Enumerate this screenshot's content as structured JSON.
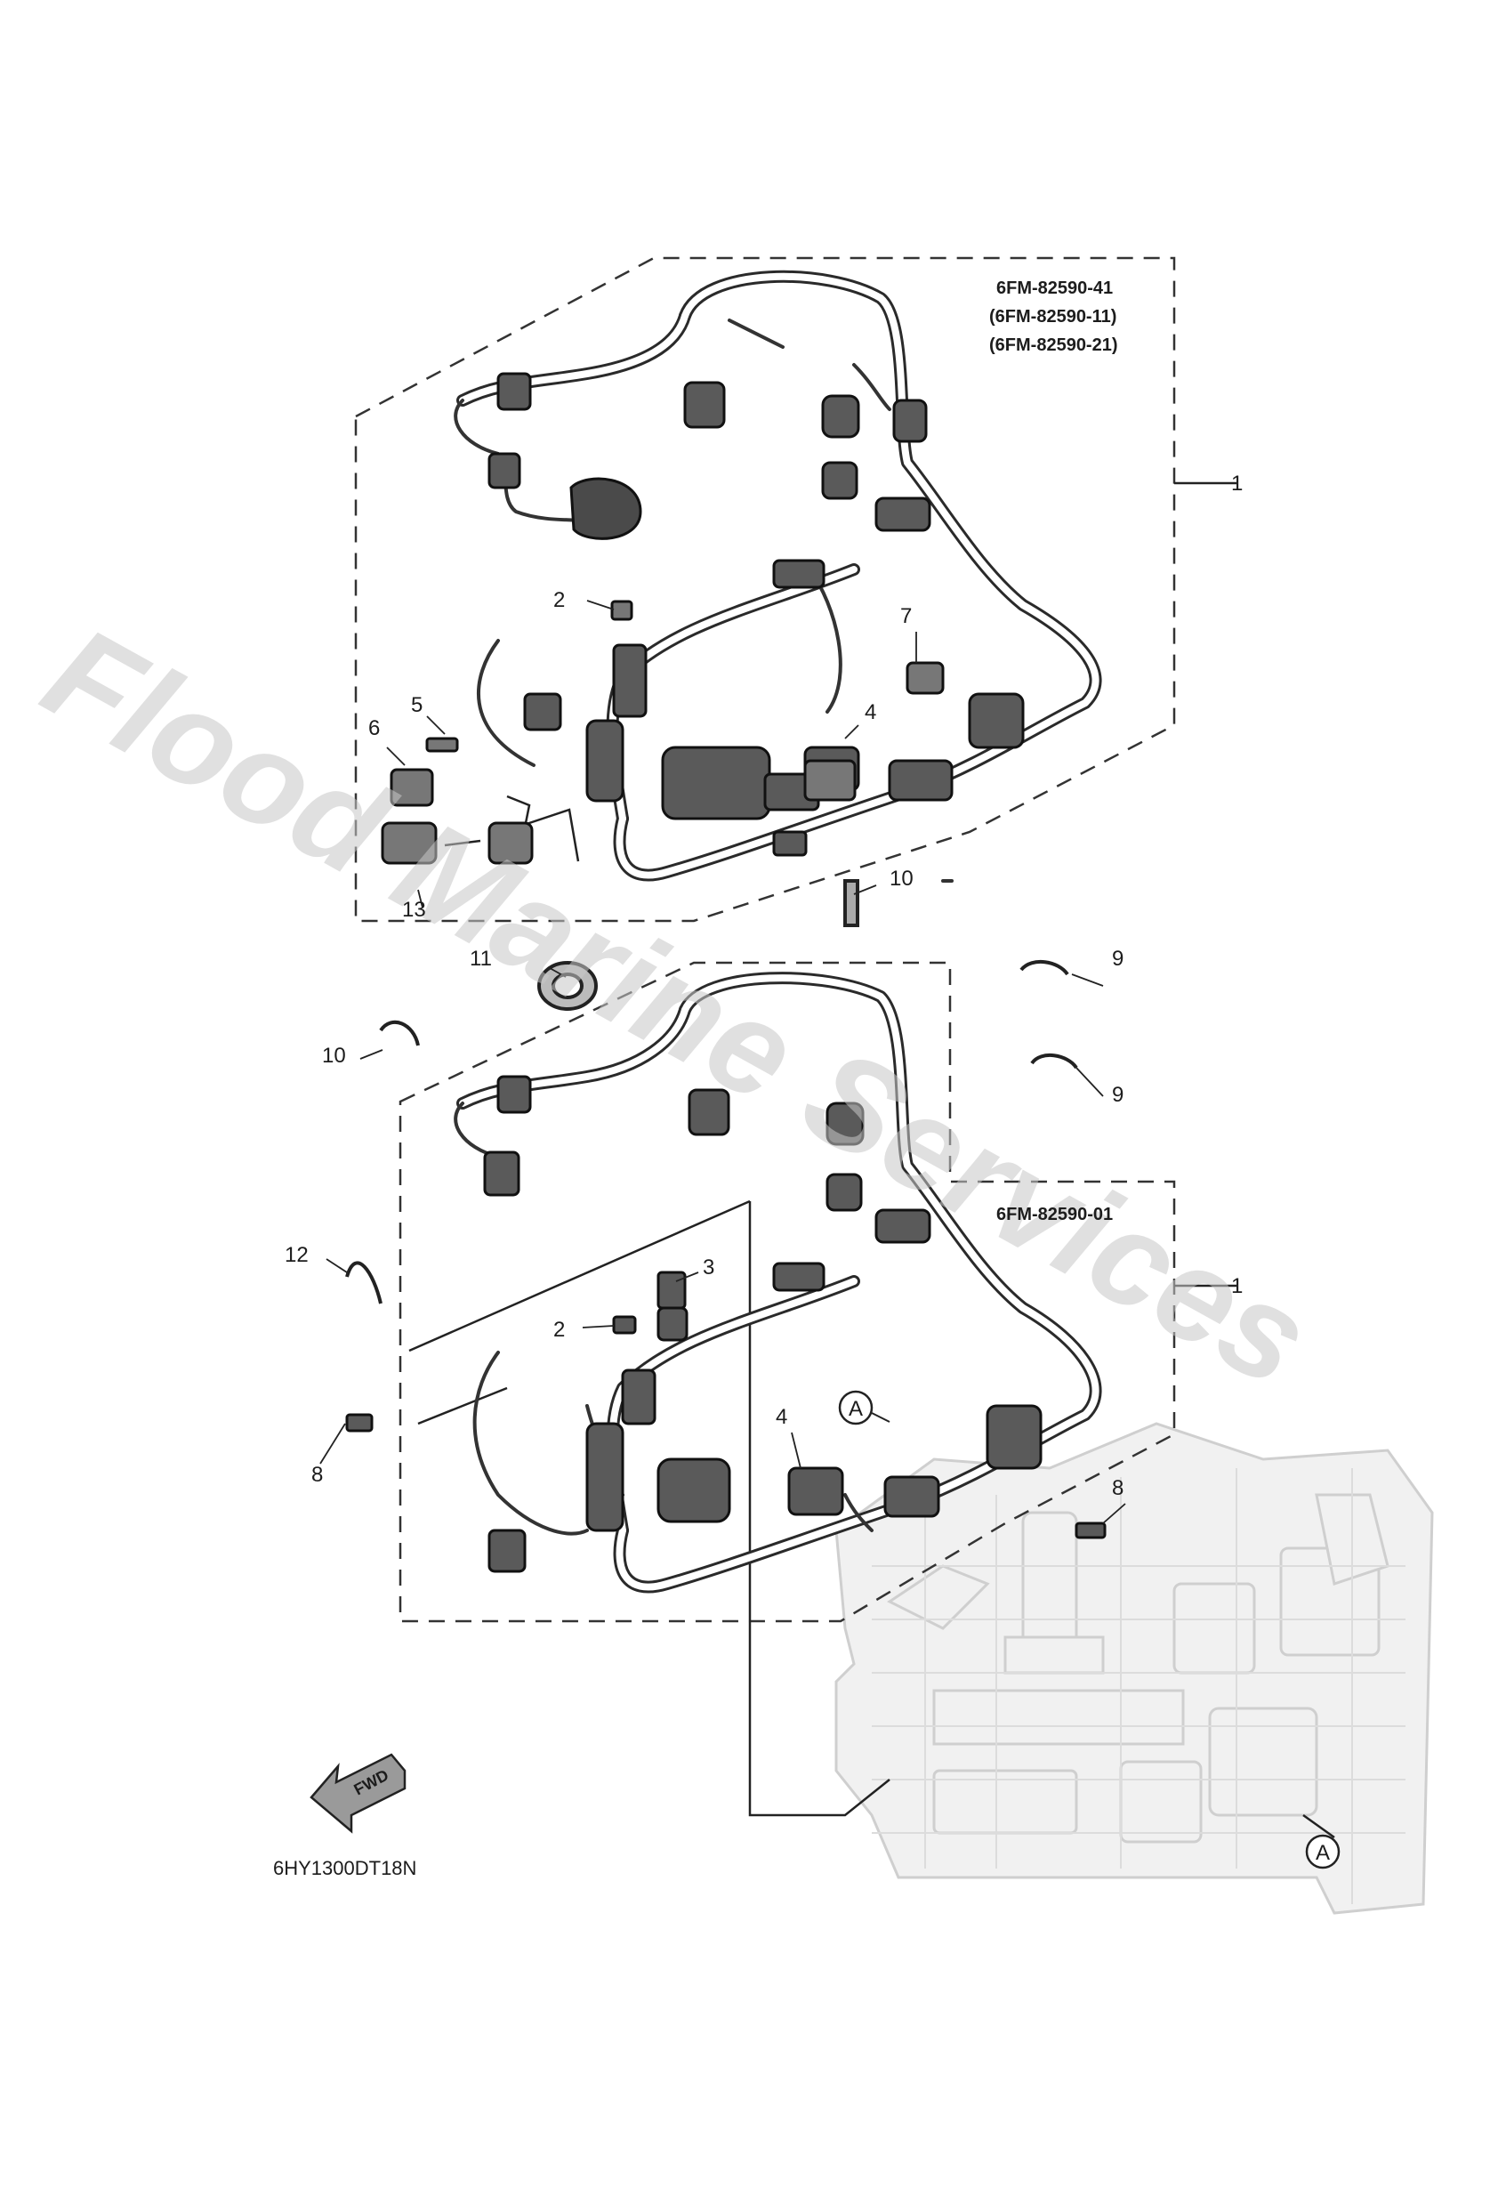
{
  "watermark": "Flood Marine Services",
  "upper_assembly": {
    "part_numbers": [
      "6FM-82590-41",
      "(6FM-82590-11)",
      "(6FM-82590-21)"
    ],
    "ref": "1"
  },
  "lower_assembly": {
    "part_numbers": [
      "6FM-82590-01"
    ],
    "ref": "1"
  },
  "callouts": [
    "2",
    "5",
    "6",
    "7",
    "4",
    "13",
    "10",
    "11",
    "9",
    "10",
    "9",
    "12",
    "3",
    "2",
    "8",
    "4",
    "8"
  ],
  "reference_marker": "A",
  "direction_arrow_label": "FWD",
  "diagram_code": "6HY1300DT18N"
}
